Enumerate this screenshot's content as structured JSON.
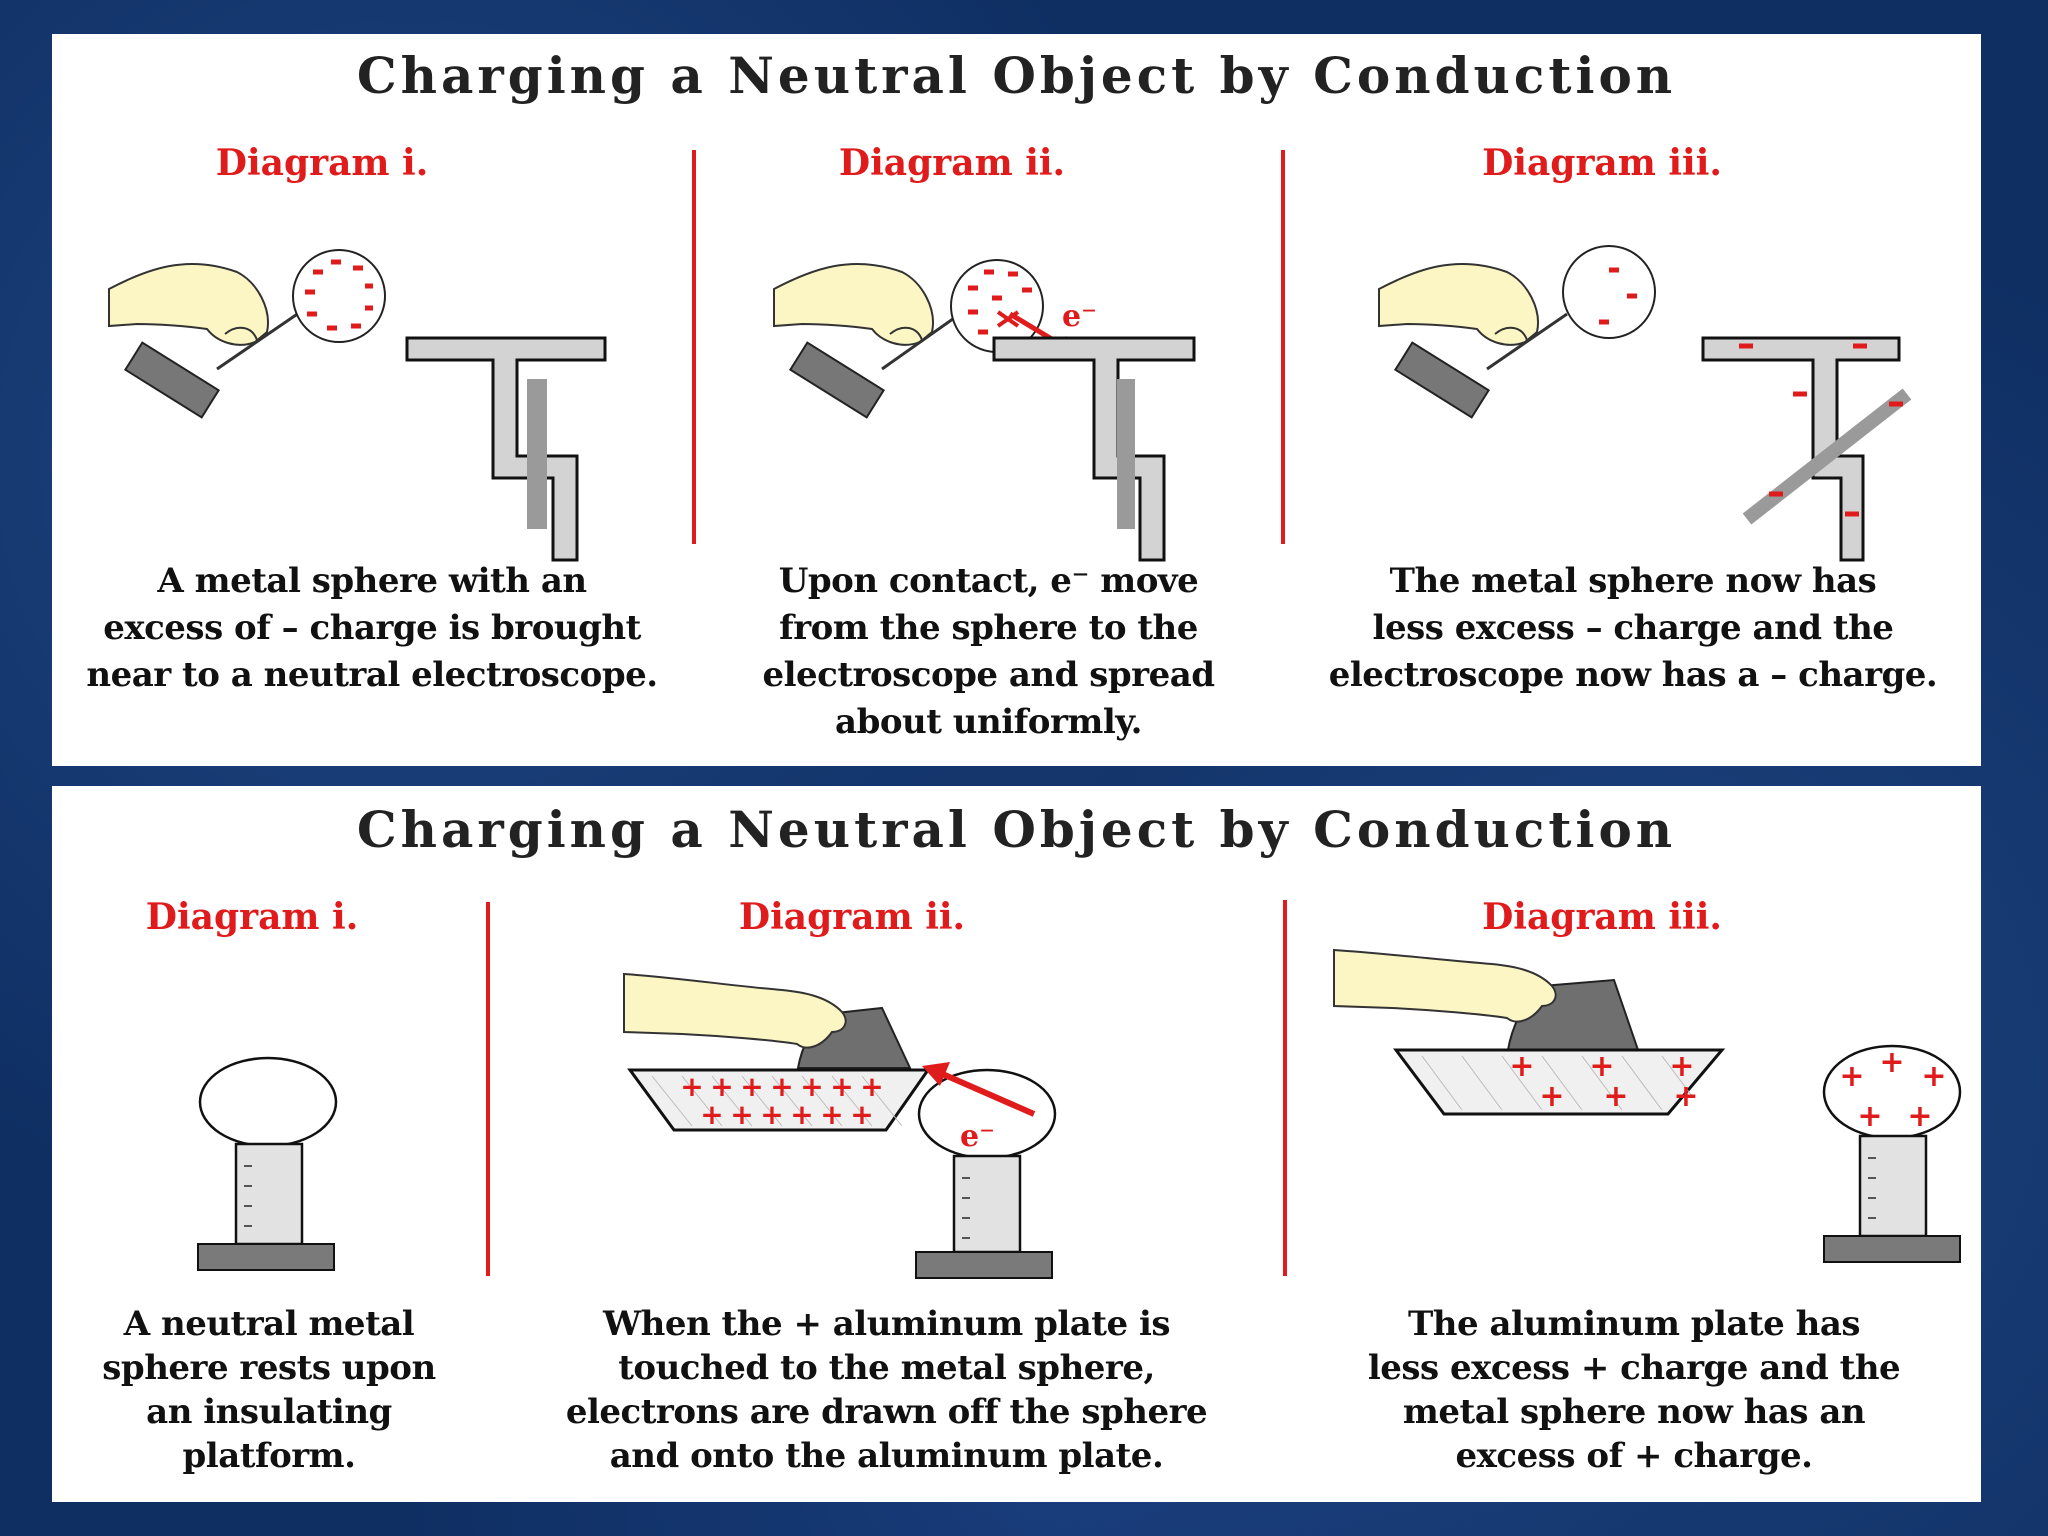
{
  "panel_top": {
    "title": "Charging a Neutral Object by Conduction",
    "diagram_labels": [
      "Diagram i.",
      "Diagram ii.",
      "Diagram iii."
    ],
    "electron_label": "e⁻",
    "captions": [
      [
        "A metal sphere with an",
        "excess  of – charge is brought",
        "near to a neutral electroscope."
      ],
      [
        "Upon contact, e⁻ move",
        "from the sphere to the",
        "electroscope and spread",
        "about uniformly."
      ],
      [
        "The metal sphere now has",
        "less excess – charge and the",
        "electroscope now has a – charge."
      ]
    ]
  },
  "panel_bottom": {
    "title": "Charging a Neutral Object by Conduction",
    "diagram_labels": [
      "Diagram i.",
      "Diagram ii.",
      "Diagram iii."
    ],
    "electron_label": "e⁻",
    "captions": [
      [
        "A neutral metal",
        "sphere rests upon",
        "an insulating",
        "platform."
      ],
      [
        "When the + aluminum plate is",
        "touched to the metal sphere,",
        "electrons are drawn off the sphere",
        "and onto the aluminum plate."
      ],
      [
        "The aluminum plate has",
        "less excess + charge and the",
        "metal sphere now has an",
        "excess of + charge."
      ]
    ]
  },
  "colors": {
    "accent": "#e01b1b",
    "background": "#0f2f63",
    "panel": "#ffffff",
    "hand": "#fbf6c4",
    "metal": "#d3d3d3"
  }
}
